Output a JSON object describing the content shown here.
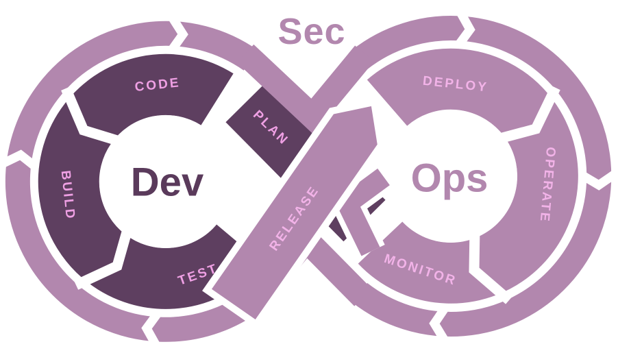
{
  "diagram": {
    "title": "Sec",
    "dev_loop": {
      "center_label": "Dev",
      "stage_plan": "PLAN",
      "stage_code": "CODE",
      "stage_build": "BUILD",
      "stage_test": "TEST"
    },
    "shared": {
      "stage_release": "RELEASE"
    },
    "ops_loop": {
      "center_label": "Ops",
      "stage_deploy": "DEPLOY",
      "stage_operate": "OPERATE",
      "stage_monitor": "MONITOR"
    },
    "colors": {
      "background": "#ffffff",
      "mauve_band": "#b287ae",
      "dark_plum": "#5e3f60",
      "dev_text": "#5a3a5b",
      "ops_text": "#b287ae",
      "sec_text": "#b287ae",
      "dev_stage_label": "#efa0e4",
      "ops_stage_label": "#f2b3e8"
    }
  }
}
